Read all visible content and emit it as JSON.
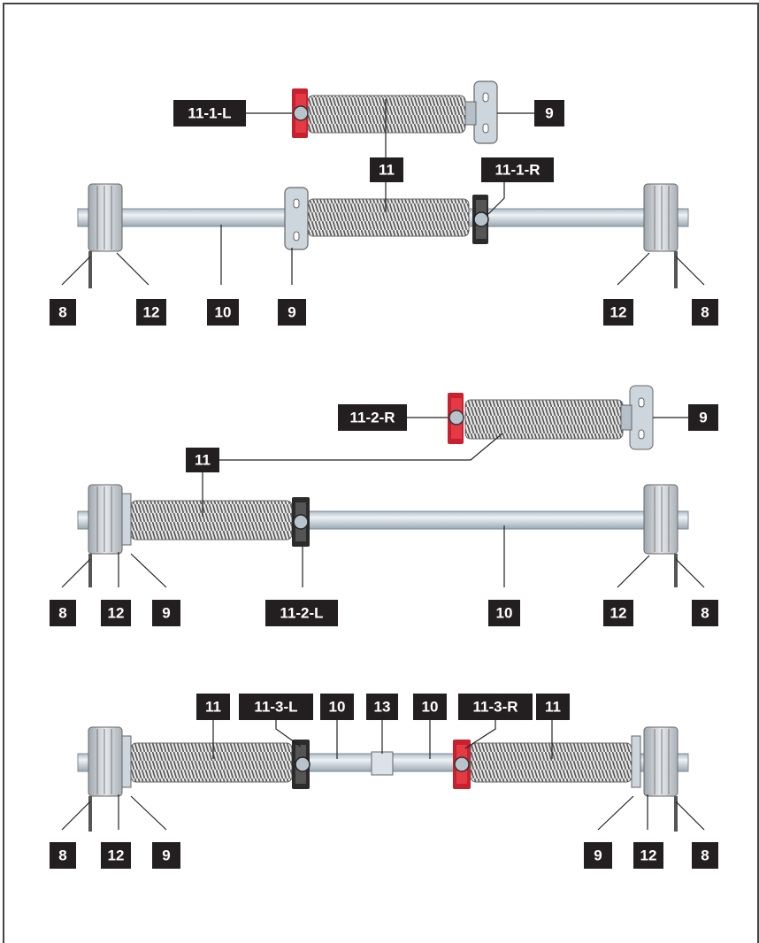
{
  "colors": {
    "label_bg": "#231f20",
    "label_text": "#ffffff",
    "shaft": "#c9d6df",
    "spring": "#8a8a8a",
    "cone_red": "#c8202f",
    "cone_dark": "#2b2b2b",
    "drum": "#cfd4d8"
  },
  "diagrams": [
    {
      "name": "single-spring-assembly",
      "labels": {
        "cone_l": "11-1-L",
        "bracket_top": "9",
        "spring_top": "11",
        "cone_r": "11-1-R",
        "cable_l": "8",
        "drum_l": "12",
        "shaft": "10",
        "bracket": "9",
        "drum_r": "12",
        "cable_r": "8"
      }
    },
    {
      "name": "left-spring-assembly",
      "labels": {
        "cone_r": "11-2-R",
        "bracket_top": "9",
        "spring": "11",
        "cable_l": "8",
        "drum_l": "12",
        "bracket": "9",
        "cone_l": "11-2-L",
        "shaft": "10",
        "drum_r": "12",
        "cable_r": "8"
      }
    },
    {
      "name": "double-spring-assembly",
      "labels": {
        "spring_l": "11",
        "cone_l": "11-3-L",
        "shaft_l": "10",
        "coupler": "13",
        "shaft_r": "10",
        "cone_r": "11-3-R",
        "spring_r": "11",
        "cable_l": "8",
        "drum_l": "12",
        "bracket_l": "9",
        "bracket_r": "9",
        "drum_r": "12",
        "cable_r": "8"
      }
    }
  ]
}
